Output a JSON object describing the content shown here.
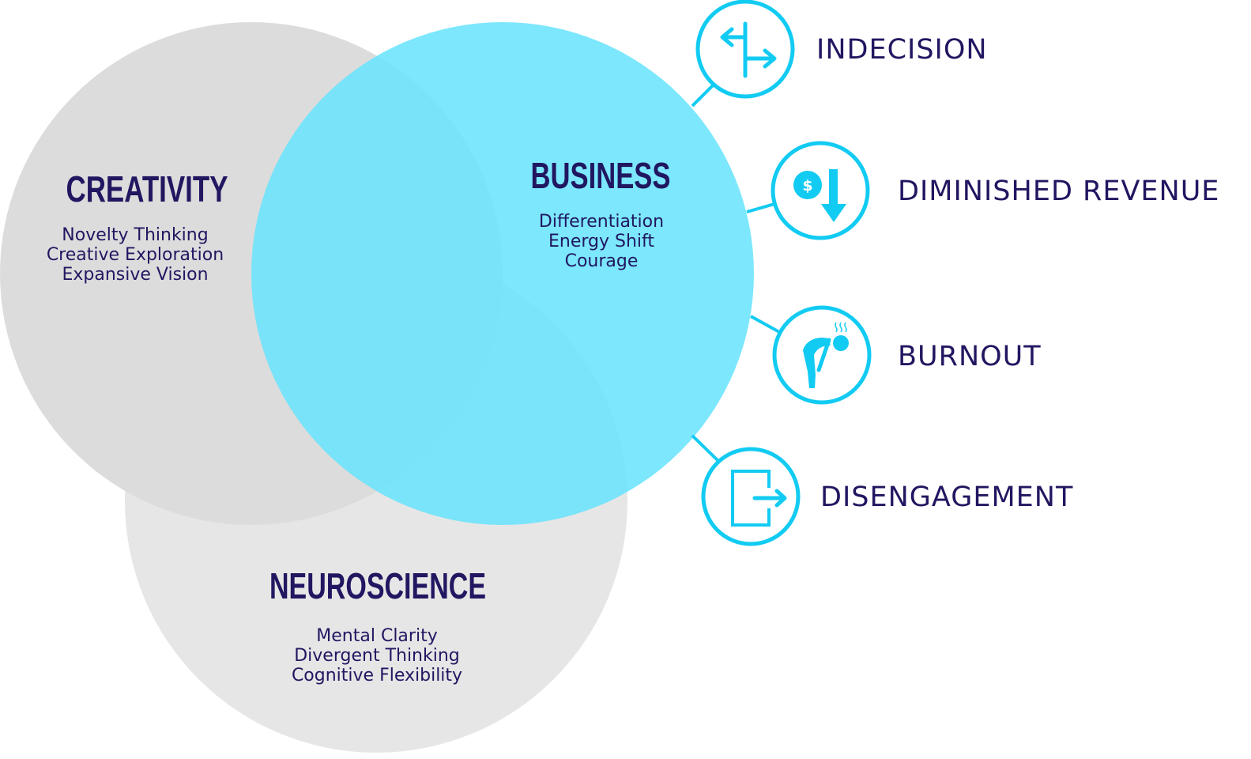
{
  "circles": {
    "creativity": {
      "title": "CREATIVITY",
      "items": [
        "Novelty Thinking",
        "Creative Exploration",
        "Expansive Vision"
      ]
    },
    "business": {
      "title": "BUSINESS",
      "items": [
        "Differentiation",
        "Energy Shift",
        "Courage"
      ]
    },
    "neuroscience": {
      "title": "NEUROSCIENCE",
      "items": [
        "Mental Clarity",
        "Divergent Thinking",
        "Cognitive Flexibility"
      ]
    }
  },
  "consequences": [
    {
      "label": "INDECISION",
      "icon": "signpost-icon"
    },
    {
      "label": "DIMINISHED REVENUE",
      "icon": "revenue-down-icon"
    },
    {
      "label": "BURNOUT",
      "icon": "exhausted-person-icon"
    },
    {
      "label": "DISENGAGEMENT",
      "icon": "exit-door-icon"
    }
  ],
  "colors": {
    "accent": "#12cbf2",
    "business_circle": "#6ae4fd",
    "creativity_circle": "#dcdcdc",
    "neuroscience_circle": "#e6e6e6",
    "text": "#211761"
  }
}
